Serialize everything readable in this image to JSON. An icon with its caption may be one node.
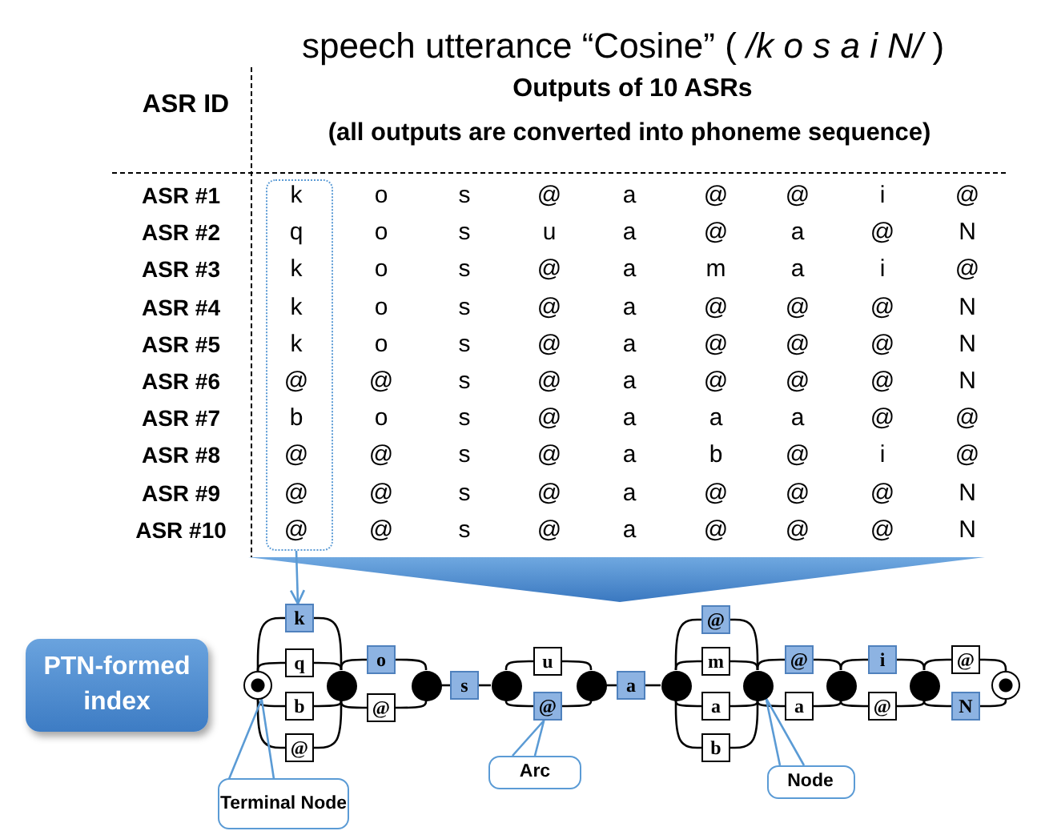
{
  "diagram": {
    "title": "speech utterance “Cosine” ( */k o s a i N/* )",
    "nodes": [
      {
        "text": [],
        "shape": "box"
      },
      {
        "text": [
          "PTN-formed index"
        ]
      },
      {
        "text": [],
        "shape": "circle"
      },
      {
        "text": [
          "k"
        ]
      },
      {
        "text": [
          "q"
        ]
      },
      {
        "text": [
          "b"
        ]
      },
      {
        "text": [
          "@"
        ]
      },
      {
        "text": [],
        "shape": "circle"
      },
      {
        "text": [
          "o"
        ]
      },
      {
        "text": [
          "@"
        ]
      },
      {
        "text": [],
        "shape": "circle"
      },
      {
        "text": [
          "s"
        ]
      },
      {
        "text": [],
        "shape": "circle"
      },
      {
        "text": [
          "u"
        ]
      },
      {
        "text": [
          "@"
        ]
      },
      {
        "text": [],
        "shape": "circle"
      },
      {
        "text": [
          "a"
        ]
      },
      {
        "text": [],
        "shape": "circle"
      },
      {
        "text": [
          "@"
        ]
      },
      {
        "text": [
          "m"
        ]
      },
      {
        "text": [
          "a"
        ]
      },
      {
        "text": [
          "b"
        ]
      },
      {
        "text": [],
        "shape": "circle"
      },
      {
        "text": [
          "@"
        ]
      },
      {
        "text": [
          "a"
        ]
      },
      {
        "text": [],
        "shape": "circle"
      },
      {
        "text": [
          "i"
        ]
      },
      {
        "text": [
          "@"
        ]
      },
      {
        "text": [],
        "shape": "circle"
      },
      {
        "text": [
          "@"
        ]
      },
      {
        "text": [
          "N"
        ]
      },
      {
        "text": [],
        "shape": "circle"
      },
      {
        "text": [
          "Terminal Node"
        ]
      },
      {
        "text": [
          "Arc"
        ]
      },
      {
        "text": [
          "Node"
        ]
      }
    ],
    "edges": [
      {
        "from": 2,
        "to": 3,
        "arrow": "none"
      },
      {
        "from": 2,
        "to": 4,
        "arrow": "none"
      },
      {
        "from": 2,
        "to": 5,
        "arrow": "none"
      },
      {
        "from": 2,
        "to": 6,
        "arrow": "none"
      },
      {
        "from": 3,
        "to": 7,
        "arrow": "none"
      },
      {
        "from": 4,
        "to": 7,
        "arrow": "none"
      },
      {
        "from": 5,
        "to": 7,
        "arrow": "none"
      },
      {
        "from": 6,
        "to": 7,
        "arrow": "none"
      },
      {
        "from": 7,
        "to": 8,
        "arrow": "none"
      },
      {
        "from": 7,
        "to": 9,
        "arrow": "none"
      },
      {
        "from": 8,
        "to": 10,
        "arrow": "none"
      },
      {
        "from": 9,
        "to": 10,
        "arrow": "none"
      },
      {
        "from": 10,
        "to": 11,
        "arrow": "none"
      },
      {
        "from": 11,
        "to": 12,
        "arrow": "none"
      },
      {
        "from": 12,
        "to": 13,
        "arrow": "none"
      },
      {
        "from": 12,
        "to": 14,
        "arrow": "none"
      },
      {
        "from": 13,
        "to": 15,
        "arrow": "none"
      },
      {
        "from": 14,
        "to": 15,
        "arrow": "none"
      },
      {
        "from": 15,
        "to": 16,
        "arrow": "none"
      },
      {
        "from": 16,
        "to": 17,
        "arrow": "none"
      },
      {
        "from": 17,
        "to": 18,
        "arrow": "none"
      },
      {
        "from": 17,
        "to": 19,
        "arrow": "none"
      },
      {
        "from": 17,
        "to": 20,
        "arrow": "none"
      },
      {
        "from": 17,
        "to": 21,
        "arrow": "none"
      },
      {
        "from": 18,
        "to": 22,
        "arrow": "none"
      },
      {
        "from": 19,
        "to": 22,
        "arrow": "none"
      },
      {
        "from": 20,
        "to": 22,
        "arrow": "none"
      },
      {
        "from": 21,
        "to": 22,
        "arrow": "none"
      },
      {
        "from": 22,
        "to": 23,
        "arrow": "none"
      },
      {
        "from": 22,
        "to": 24,
        "arrow": "none"
      },
      {
        "from": 23,
        "to": 25,
        "arrow": "none"
      },
      {
        "from": 24,
        "to": 25,
        "arrow": "none"
      },
      {
        "from": 25,
        "to": 26,
        "arrow": "none"
      },
      {
        "from": 25,
        "to": 27,
        "arrow": "none"
      },
      {
        "from": 26,
        "to": 28,
        "arrow": "none"
      },
      {
        "from": 27,
        "to": 28,
        "arrow": "none"
      },
      {
        "from": 28,
        "to": 29,
        "arrow": "none"
      },
      {
        "from": 28,
        "to": 30,
        "arrow": "none"
      },
      {
        "from": 29,
        "to": 31,
        "arrow": "none"
      },
      {
        "from": 30,
        "to": 31,
        "arrow": "none"
      },
      {
        "from": 0,
        "to": 3,
        "arrow": "to",
        "color": "#5b9bd5"
      },
      {
        "from": 32,
        "to": 2,
        "arrow": "none",
        "color": "#5b9bd5"
      },
      {
        "from": 33,
        "to": 14,
        "arrow": "none",
        "color": "#5b9bd5"
      },
      {
        "from": 34,
        "to": 22,
        "arrow": "none",
        "color": "#5b9bd5"
      }
    ],
    "labels": [
      "ASR ID",
      "Outputs of 10 ASRs",
      "(all outputs are converted into phoneme sequence)",
      "ASR #1",
      "k",
      "o",
      "s",
      "@",
      "a",
      "@",
      "@",
      "i",
      "@",
      "ASR #2",
      "q",
      "o",
      "s",
      "u",
      "a",
      "@",
      "a",
      "@",
      "N",
      "ASR #3",
      "k",
      "o",
      "s",
      "@",
      "a",
      "m",
      "a",
      "i",
      "@",
      "ASR #4",
      "k",
      "o",
      "s",
      "@",
      "a",
      "@",
      "@",
      "@",
      "N",
      "ASR #5",
      "k",
      "o",
      "s",
      "@",
      "a",
      "@",
      "@",
      "@",
      "N",
      "ASR #6",
      "@",
      "@",
      "s",
      "@",
      "a",
      "@",
      "@",
      "@",
      "N",
      "ASR #7",
      "b",
      "o",
      "s",
      "@",
      "a",
      "a",
      "a",
      "@",
      "@",
      "ASR #8",
      "@",
      "@",
      "s",
      "@",
      "a",
      "b",
      "@",
      "i",
      "@",
      "ASR #9",
      "@",
      "@",
      "s",
      "@",
      "a",
      "@",
      "@",
      "@",
      "N",
      "ASR #10",
      "@",
      "@",
      "s",
      "@",
      "a",
      "@",
      "@",
      "@",
      "N"
    ]
  }
}
